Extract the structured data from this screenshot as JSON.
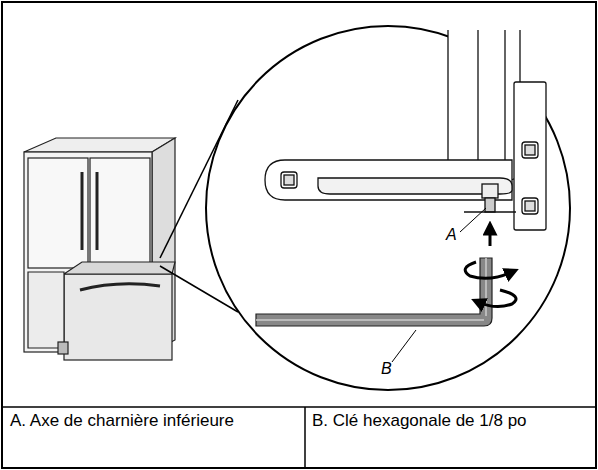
{
  "diagram": {
    "labels": [
      "A",
      "B",
      "A. Axe de charnière inférieure",
      "B. Clé hexagonale de 1/8 po"
    ]
  }
}
